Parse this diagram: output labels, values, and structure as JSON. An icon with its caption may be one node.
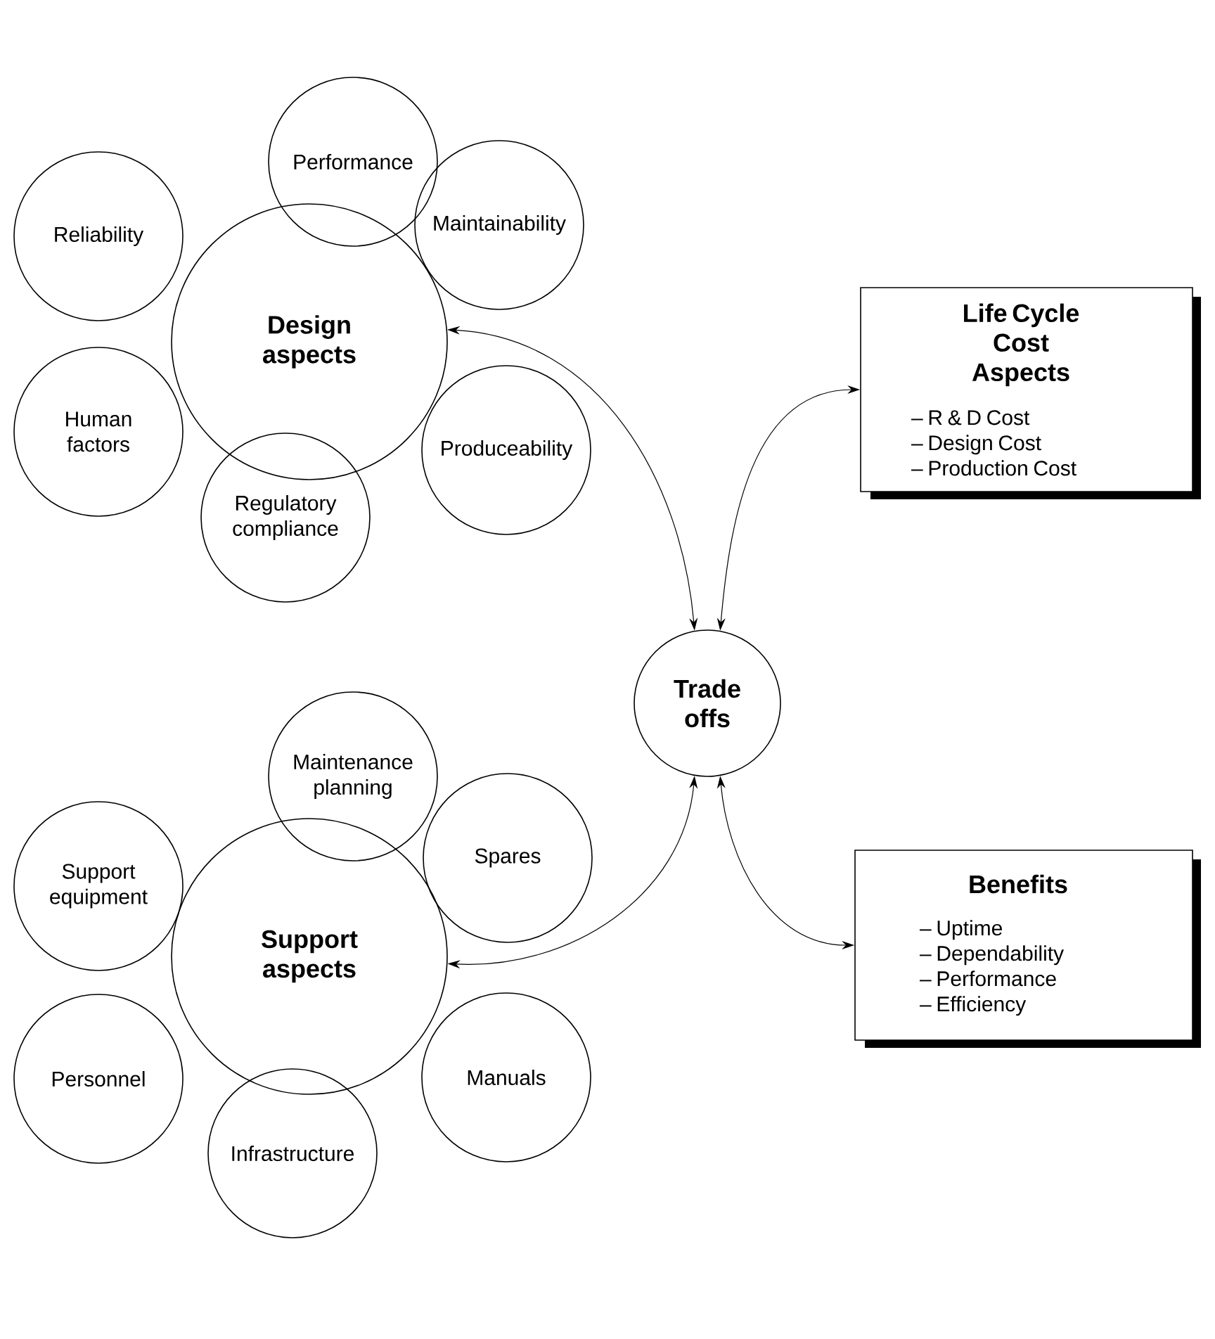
{
  "diagram": {
    "nodes": [
      {
        "text": [
          "Design aspects"
        ]
      },
      {
        "text": [
          "Performance"
        ]
      },
      {
        "text": [
          "Maintainability"
        ]
      },
      {
        "text": [
          "Produceability"
        ]
      },
      {
        "text": [
          "Regulatory compliance"
        ]
      },
      {
        "text": [
          "Human factors"
        ]
      },
      {
        "text": [
          "Reliability"
        ]
      },
      {
        "text": [
          "Life Cycle Cost Aspects",
          "– R & D Cost",
          "– Design Cost",
          "– Production Cost"
        ]
      },
      {
        "text": [
          "Trade offs"
        ]
      },
      {
        "text": [
          "Support aspects"
        ]
      },
      {
        "text": [
          "Maintenance planning"
        ]
      },
      {
        "text": [
          "Spares"
        ]
      },
      {
        "text": [
          "Manuals"
        ]
      },
      {
        "text": [
          "Infrastructure"
        ]
      },
      {
        "text": [
          "Personnel"
        ]
      },
      {
        "text": [
          "Support equipment"
        ]
      },
      {
        "text": [
          "Benefits",
          "– Uptime",
          "– Dependability",
          "– Performance",
          "– Efficiency"
        ]
      }
    ],
    "edges": [
      {
        "from": 8,
        "to": 0,
        "arrow": "both"
      },
      {
        "from": 8,
        "to": 7,
        "arrow": "both"
      },
      {
        "from": 8,
        "to": 9,
        "arrow": "both"
      },
      {
        "from": 8,
        "to": 16,
        "arrow": "both"
      }
    ]
  }
}
